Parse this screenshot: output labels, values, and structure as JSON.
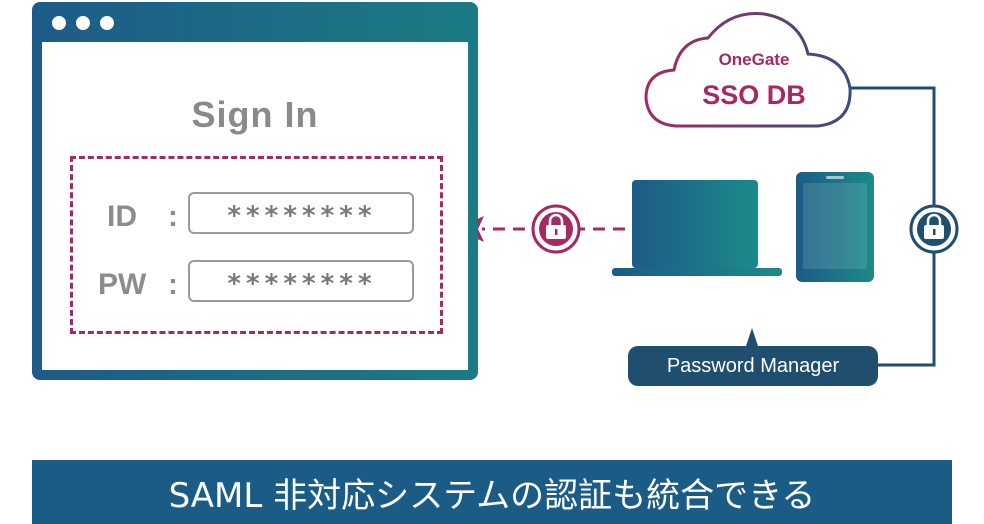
{
  "browser": {
    "title": "Sign In",
    "id_label": "ID",
    "pw_label": "PW",
    "colon": ":",
    "id_value": "********",
    "pw_value": "********"
  },
  "cloud": {
    "line1": "OneGate",
    "line2": "SSO DB"
  },
  "manager": {
    "label": "Password Manager"
  },
  "banner": {
    "text": "SAML 非対応システムの認証も統合できる"
  },
  "icons": [
    "lock-icon",
    "laptop-icon",
    "tablet-icon",
    "cloud-icon",
    "arrow-left-icon"
  ],
  "colors": {
    "accent": "#a42a61",
    "navy": "#1f4e6e",
    "teal": "#1b7b84",
    "banner": "#1b5c86"
  }
}
